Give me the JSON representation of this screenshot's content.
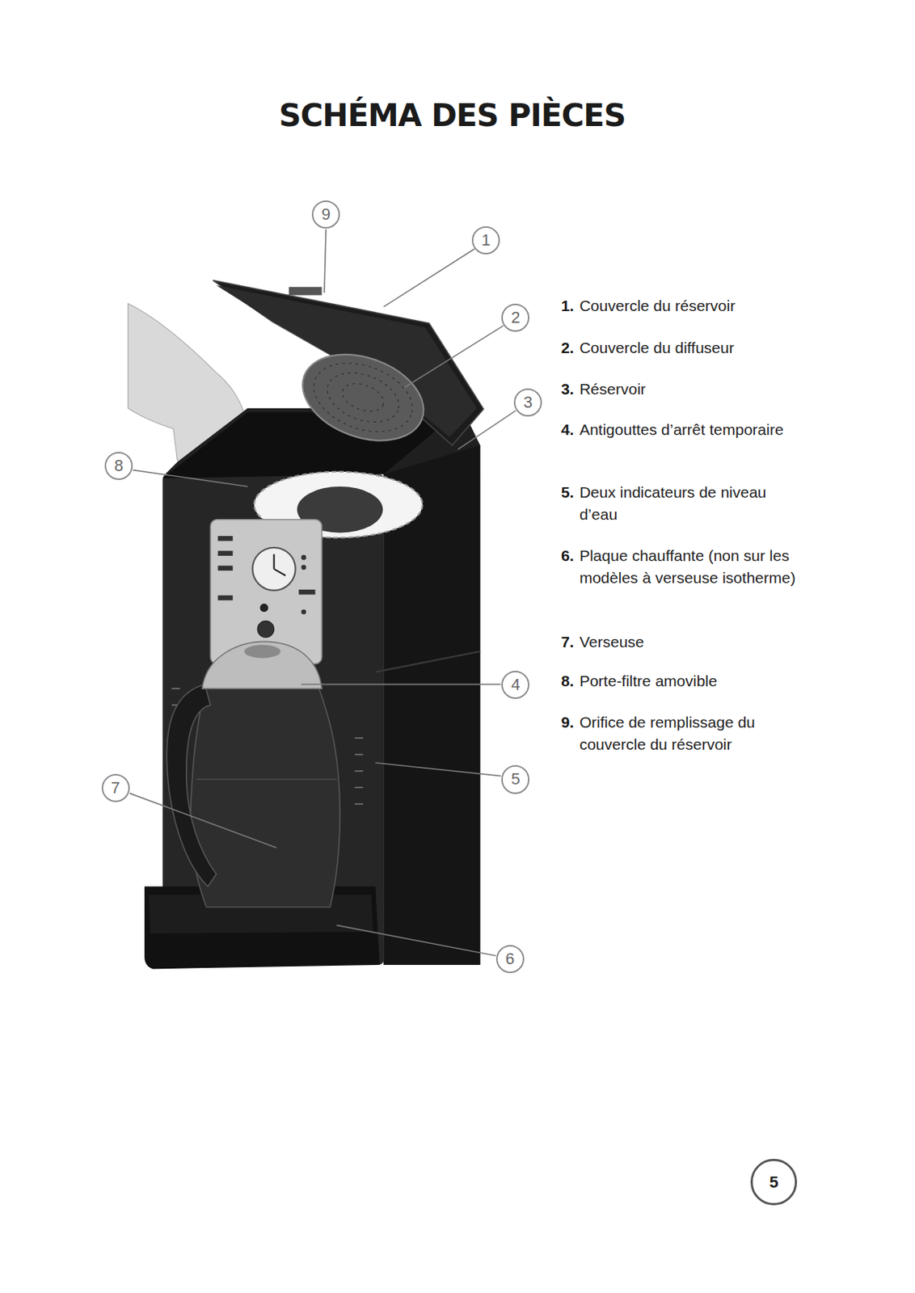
{
  "diagram": {
    "title": "SCHÉMA DES PIÈCES",
    "nodes": [
      {
        "text": [
          "9"
        ]
      },
      {
        "text": [
          "1"
        ]
      },
      {
        "text": [
          "2"
        ]
      },
      {
        "text": [
          "3"
        ]
      },
      {
        "text": [
          "8"
        ]
      },
      {
        "text": [
          "4"
        ]
      },
      {
        "text": [
          "5"
        ]
      },
      {
        "text": [
          "7"
        ]
      },
      {
        "text": [
          "6"
        ]
      },
      {
        "text": [
          "5"
        ]
      }
    ],
    "labels": [
      "1.",
      "Couvercle du réservoir",
      "2.",
      "Couvercle du diffuseur",
      "3.",
      "Réservoir",
      "4.",
      "Antigouttes d’arrêt temporaire",
      "5.",
      "Deux indicateurs de niveau d’eau",
      "6.",
      "Plaque chauffante (non sur les modèles à verseuse isotherme)",
      "7.",
      "Verseuse",
      "8.",
      "Porte-filtre amovible",
      "9.",
      "Orifice de remplissage du couvercle du réservoir"
    ]
  }
}
